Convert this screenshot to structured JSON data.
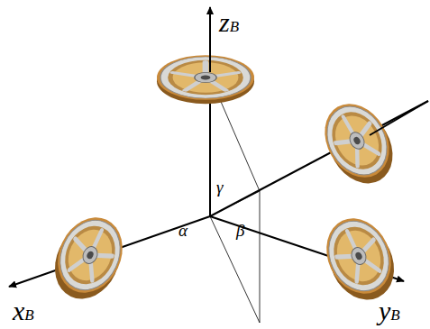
{
  "diagram": {
    "labels": [
      "zB",
      "γ",
      "α",
      "β",
      "xB",
      "yB"
    ]
  }
}
